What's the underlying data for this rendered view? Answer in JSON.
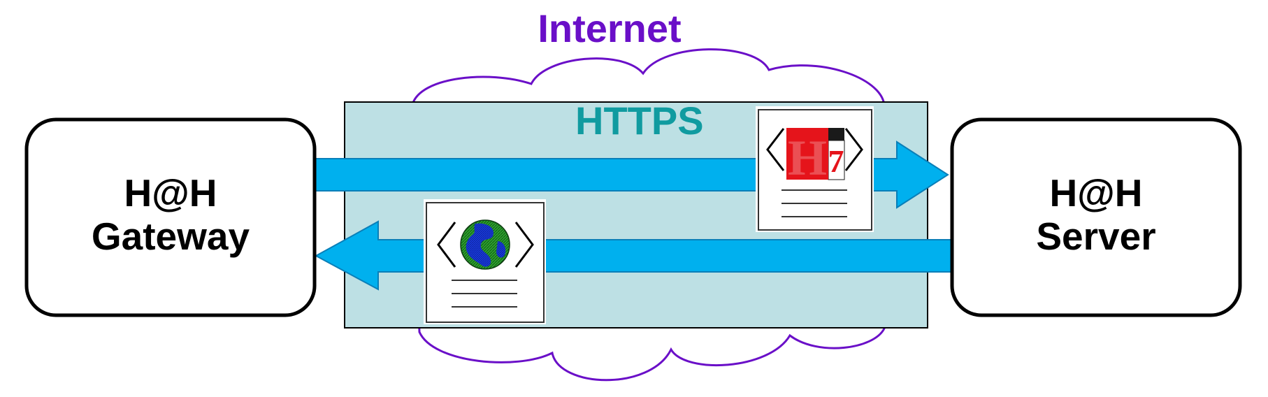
{
  "diagram": {
    "cloud_label": "Internet",
    "channel_label": "HTTPS",
    "gateway": {
      "line1": "H@H",
      "line2": "Gateway"
    },
    "server": {
      "line1": "H@H",
      "line2": "Server"
    },
    "hl7_icon_text": "H7",
    "colors": {
      "cloud_outline": "#6a0fc8",
      "channel_fill": "#bde0e4",
      "channel_label": "#109ba0",
      "arrow_fill": "#00b0ee",
      "arrow_stroke": "#0a7fb8",
      "hl7_red": "#e5141b",
      "globe_blue": "#1a3ce0",
      "globe_green": "#2fa030"
    },
    "icons": [
      "hl7-document-icon",
      "web-document-icon"
    ]
  }
}
